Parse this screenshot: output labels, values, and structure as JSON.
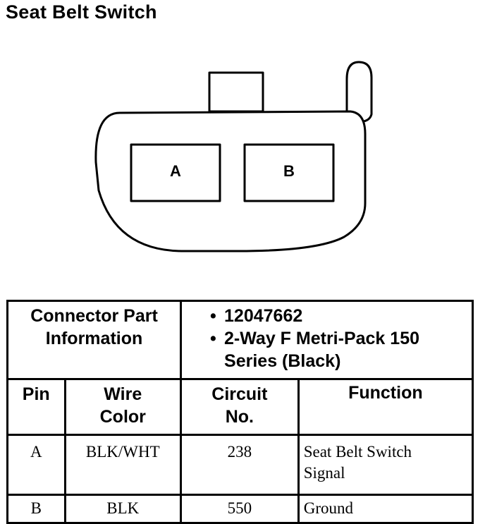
{
  "title": "Seat Belt Switch",
  "connector": {
    "pin_labels": [
      "A",
      "B"
    ]
  },
  "table": {
    "info_label": "Connector Part Information",
    "part_bullets": [
      "12047662",
      "2-Way F Metri-Pack 150 Series (Black)"
    ],
    "headers": {
      "pin": "Pin",
      "wire_color": "Wire Color",
      "circuit": "Circuit No.",
      "function": "Function"
    },
    "rows": [
      {
        "pin": "A",
        "wire_color": "BLK/WHT",
        "circuit": "238",
        "function": "Seat Belt Switch Signal"
      },
      {
        "pin": "B",
        "wire_color": "BLK",
        "circuit": "550",
        "function": "Ground"
      }
    ]
  }
}
